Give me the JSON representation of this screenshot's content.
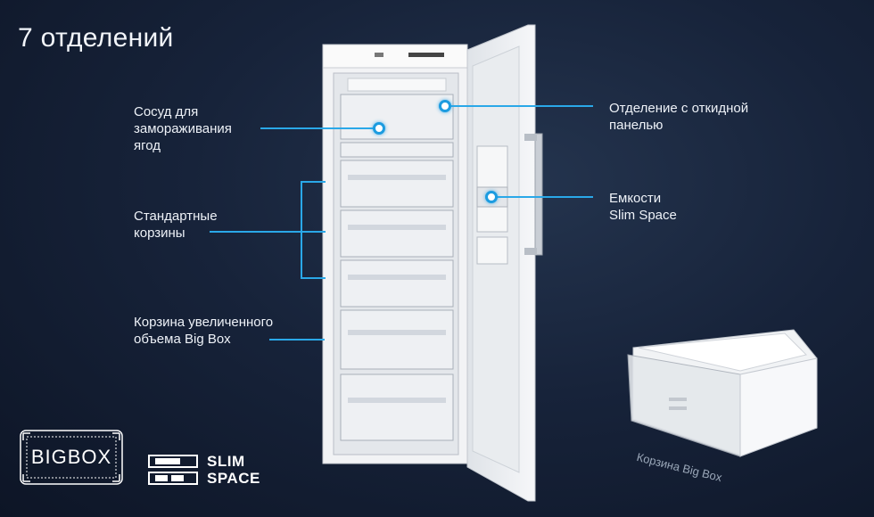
{
  "title": "7 отделений",
  "labels": {
    "berry": "Сосуд для\nзамораживания\nягод",
    "standard": "Стандартные\nкорзины",
    "bigbox": "Корзина увеличенного\nобъема Big Box",
    "flap": "Отделение с откидной\nпанелью",
    "slimspace": "Емкости\nSlim Space"
  },
  "box_caption": "Корзина Big Box",
  "logos": {
    "bigbox": "BIGBOX",
    "slim_line1": "SLIM",
    "slim_line2": "SPACE"
  },
  "colors": {
    "accent": "#2aa8e8",
    "background": "#17233a"
  }
}
